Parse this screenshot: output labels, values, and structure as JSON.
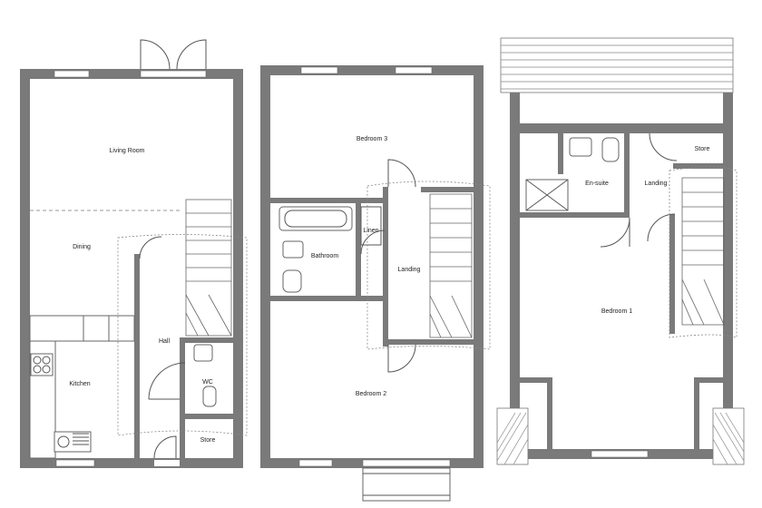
{
  "floors": {
    "ground": {
      "rooms": {
        "living_room": "Living Room",
        "dining": "Dining",
        "kitchen": "Kitchen",
        "hall": "Hall",
        "wc": "WC",
        "store": "Store"
      }
    },
    "first": {
      "rooms": {
        "bedroom3": "Bedroom 3",
        "bathroom": "Bathroom",
        "linen": "Linen",
        "landing": "Landing",
        "bedroom2": "Bedroom 2"
      }
    },
    "second": {
      "rooms": {
        "ensuite": "En-suite",
        "landing": "Landing",
        "store": "Store",
        "bedroom1": "Bedroom 1"
      }
    }
  },
  "colors": {
    "wall": "#7a7a7a",
    "line": "#555555",
    "background": "#ffffff"
  }
}
